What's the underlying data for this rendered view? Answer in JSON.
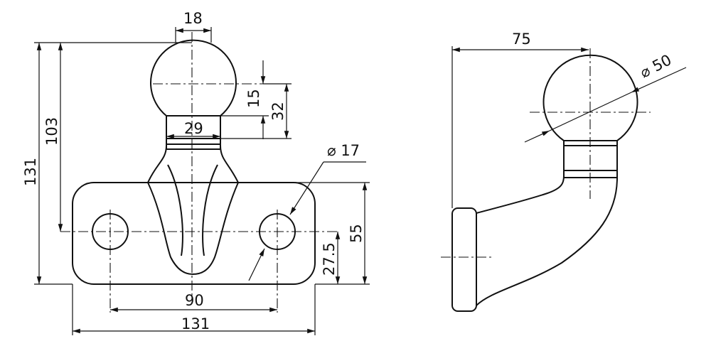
{
  "title": "Tow ball hitch technical drawing",
  "front_view": {
    "dims": {
      "ball_neck_width": "18",
      "total_height": "131",
      "ball_center_to_hole_axis": "103",
      "dim_15": "15",
      "dim_32": "32",
      "collar_width": "29",
      "hole_diameter": "⌀ 17",
      "plate_height": "55",
      "hole_axis_height": "27.5",
      "hole_spacing": "90",
      "plate_width": "131"
    }
  },
  "side_view": {
    "dims": {
      "ball_offset": "75",
      "ball_diameter": "⌀ 50"
    }
  }
}
